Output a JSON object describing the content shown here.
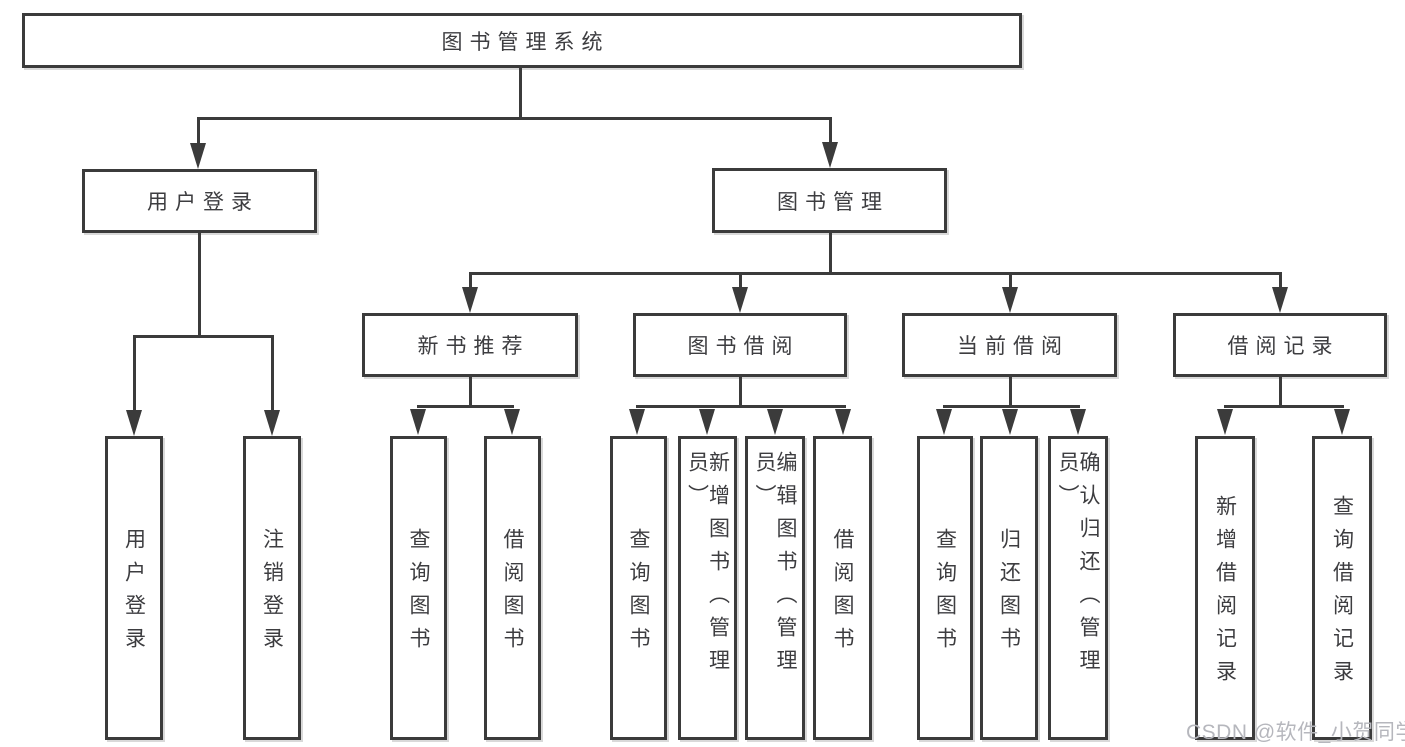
{
  "tree": {
    "label": "图书管理系统",
    "children": [
      {
        "label": "用户登录",
        "children": [
          {
            "label": "用户登录"
          },
          {
            "label": "注销登录"
          }
        ]
      },
      {
        "label": "图书管理",
        "children": [
          {
            "label": "新书推荐",
            "children": [
              {
                "label": "查询图书"
              },
              {
                "label": "借阅图书"
              }
            ]
          },
          {
            "label": "图书借阅",
            "children": [
              {
                "label": "查询图书"
              },
              {
                "label": "新增图书（管理员）"
              },
              {
                "label": "编辑图书（管理员）"
              },
              {
                "label": "借阅图书"
              }
            ]
          },
          {
            "label": "当前借阅",
            "children": [
              {
                "label": "查询图书"
              },
              {
                "label": "归还图书"
              },
              {
                "label": "确认归还（管理员）"
              }
            ]
          },
          {
            "label": "借阅记录",
            "children": [
              {
                "label": "新增借阅记录"
              },
              {
                "label": "查询借阅记录"
              }
            ]
          }
        ]
      }
    ]
  },
  "watermark": {
    "text": "CSDN @软件_小贺同学"
  },
  "colors": {
    "line": "#3b3b3b",
    "text": "#3d3d40",
    "watermark": "#b6b7bd",
    "background": "#ffffff"
  }
}
